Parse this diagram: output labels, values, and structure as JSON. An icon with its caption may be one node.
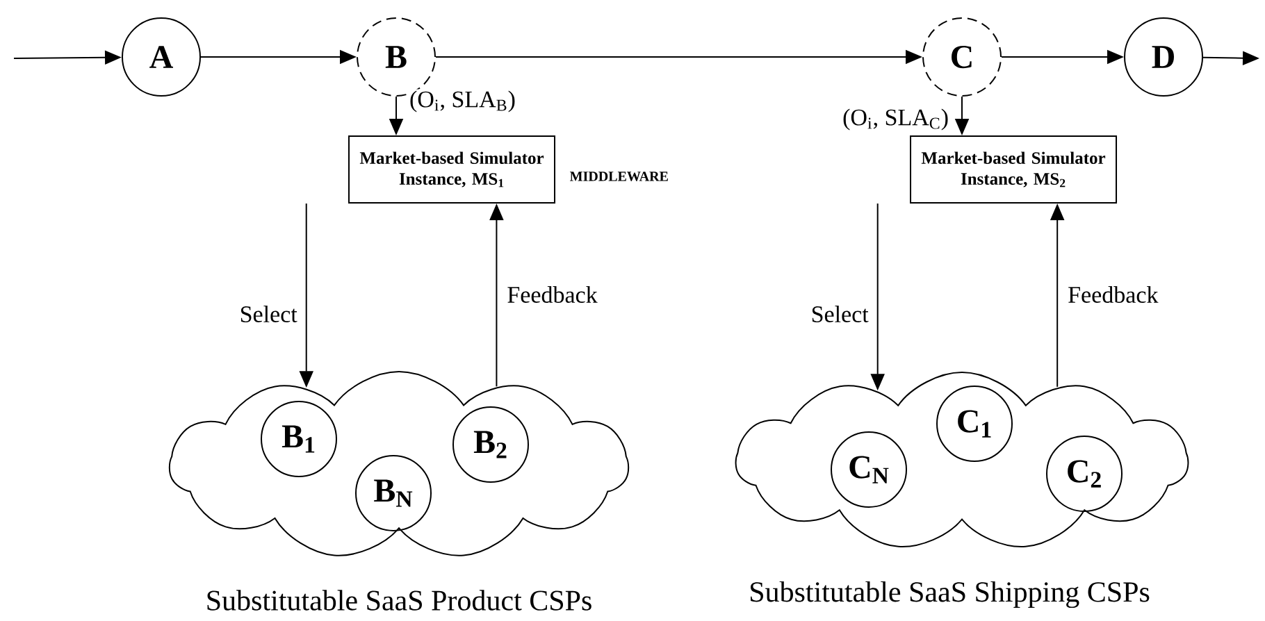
{
  "diagram": {
    "nodes": [
      {
        "text": [
          "A"
        ]
      },
      {
        "text": [
          "B"
        ]
      },
      {
        "text": [
          "C"
        ]
      },
      {
        "text": [
          "D"
        ]
      },
      {
        "text": [
          "Market-based Simulator Instance, MS$_{1}$"
        ]
      },
      {
        "text": [
          "Market-based Simulator Instance, MS$_{2}$"
        ]
      },
      {
        "text": [],
        "shape": "cloud",
        "beside": [
          "Substitutable SaaS Product CSPs"
        ]
      },
      {
        "text": [
          "B$_{1}$"
        ],
        "in": 6
      },
      {
        "text": [
          "B$_{N}$"
        ],
        "in": 6
      },
      {
        "text": [
          "B$_{2}$"
        ],
        "in": 6
      },
      {
        "text": [],
        "shape": "cloud",
        "beside": [
          "Substitutable SaaS Shipping CSPs"
        ]
      },
      {
        "text": [
          "C$_{N}$"
        ],
        "in": 10
      },
      {
        "text": [
          "C$_{1}$"
        ],
        "in": 10
      },
      {
        "text": [
          "C$_{2}$"
        ],
        "in": 10
      }
    ],
    "edges": [
      {
        "from": null,
        "to": 0,
        "arrow": "to"
      },
      {
        "from": 0,
        "to": 1,
        "arrow": "to"
      },
      {
        "from": 1,
        "to": 2,
        "arrow": "to"
      },
      {
        "from": 2,
        "to": 3,
        "arrow": "to"
      },
      {
        "from": 3,
        "to": null,
        "arrow": "to"
      },
      {
        "from": 1,
        "to": 4,
        "arrow": "to",
        "label": "(O$_{i}$, SLA$_{B}$)"
      },
      {
        "from": 2,
        "to": 5,
        "arrow": "to",
        "label": "(O$_{i}$, SLA$_{C}$)"
      },
      {
        "from": 4,
        "to": 6,
        "arrow": "to",
        "label": "Select"
      },
      {
        "from": 6,
        "to": 4,
        "arrow": "to",
        "label": "Feedback"
      },
      {
        "from": 5,
        "to": 10,
        "arrow": "to",
        "label": "Select"
      },
      {
        "from": 10,
        "to": 5,
        "arrow": "to",
        "label": "Feedback"
      }
    ],
    "labels": [
      "MIDDLEWARE"
    ]
  }
}
